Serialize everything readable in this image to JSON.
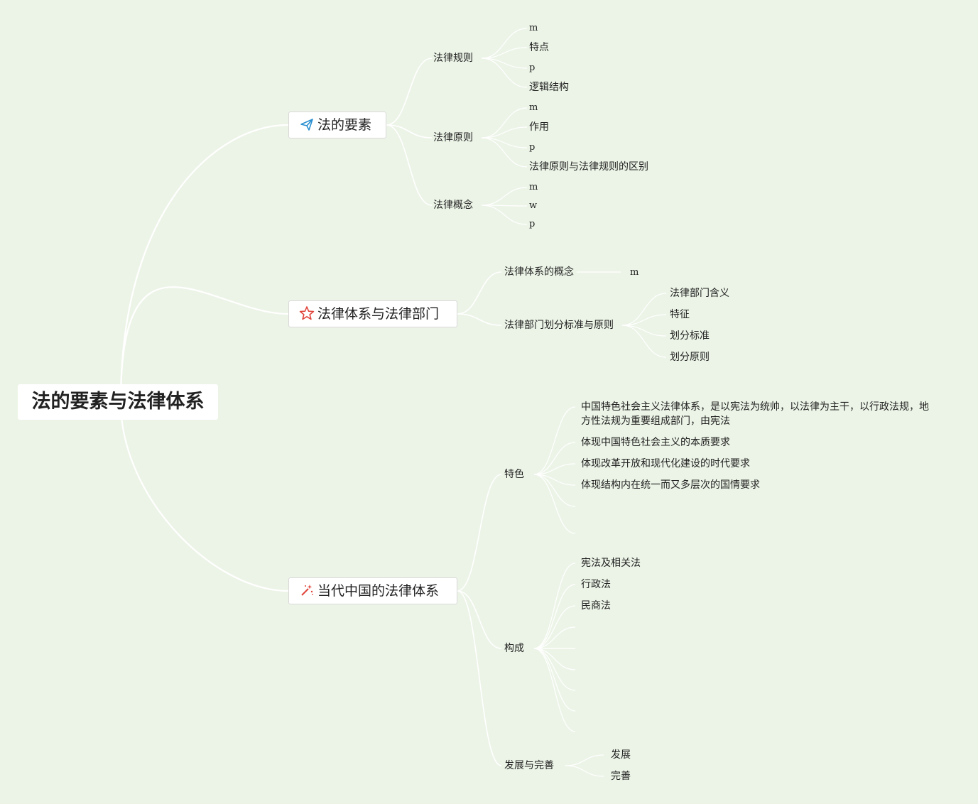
{
  "root": {
    "title": "法的要素与法律体系"
  },
  "topics": {
    "elements": {
      "title": "法的要素",
      "icon": "paper-plane-icon",
      "rules": {
        "label": "法律规则",
        "items": [
          "m",
          "特点",
          "p",
          "逻辑结构"
        ]
      },
      "principles": {
        "label": "法律原则",
        "items": [
          "m",
          "作用",
          "p",
          "法律原则与法律规则的区别"
        ]
      },
      "concepts": {
        "label": "法律概念",
        "items": [
          "m",
          "w",
          "p"
        ]
      }
    },
    "system": {
      "title": "法律体系与法律部门",
      "icon": "star-icon",
      "concept": {
        "label": "法律体系的概念",
        "child": "m"
      },
      "division": {
        "label": "法律部门划分标准与原则",
        "items": [
          "法律部门含义",
          "特征",
          "划分标准",
          "划分原则"
        ]
      }
    },
    "china": {
      "title": "当代中国的法律体系",
      "icon": "magic-wand-icon",
      "features": {
        "label": "特色",
        "items": [
          "中国特色社会主义法律体系，是以宪法为统帅，以法律为主干，以行政法规，地方性法规为重要组成部门，由宪法",
          "体现中国特色社会主义的本质要求",
          "体现改革开放和现代化建设的时代要求",
          "体现结构内在统一而又多层次的国情要求"
        ]
      },
      "composition": {
        "label": "构成",
        "items": [
          "宪法及相关法",
          "行政法",
          "民商法"
        ]
      },
      "development": {
        "label": "发展与完善",
        "items": [
          "发展",
          "完善"
        ]
      }
    }
  },
  "colors": {
    "background": "#ecf4e7",
    "line": "#ffffff",
    "plane": "#2a8fd0",
    "star": "#e0443a",
    "wand": "#e0443a"
  }
}
